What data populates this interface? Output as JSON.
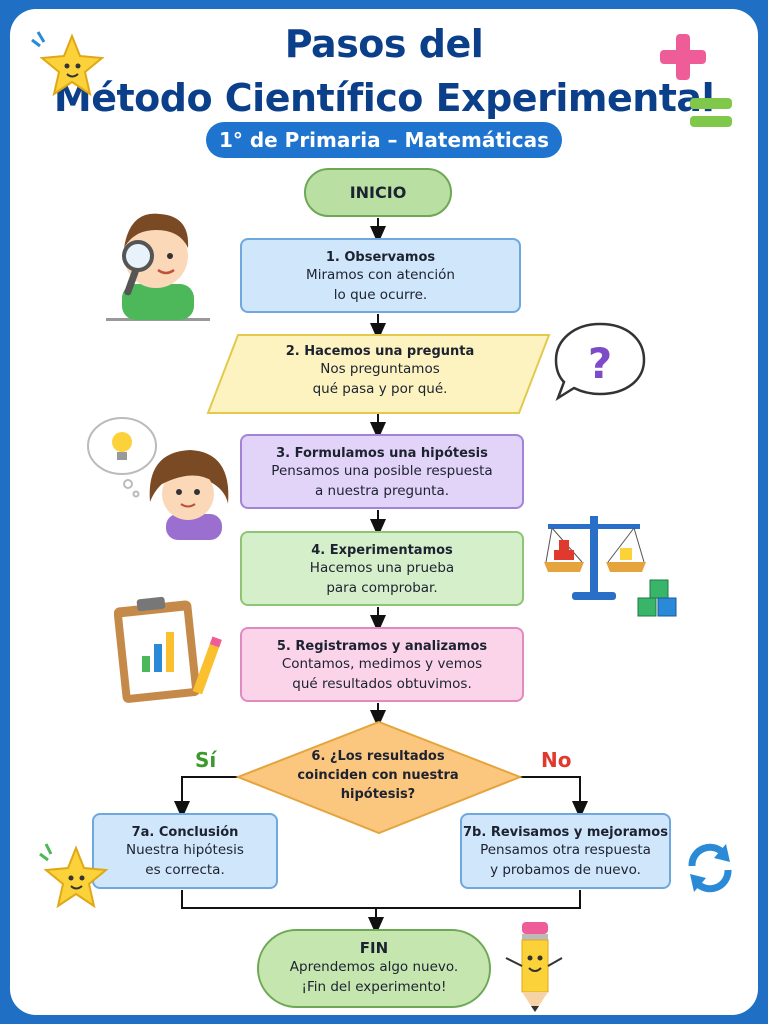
{
  "title_line1": "Pasos del",
  "title_line2": "Método Científico Experimental",
  "subtitle": "1° de Primaria – Matemáticas",
  "start": "INICIO",
  "steps": {
    "s1": {
      "title": "1. Observamos",
      "text": "Miramos con atención\nlo que ocurre."
    },
    "s2": {
      "title": "2. Hacemos una pregunta",
      "text": "Nos preguntamos\nqué pasa y por qué."
    },
    "s3": {
      "title": "3. Formulamos una hipótesis",
      "text": "Pensamos una posible respuesta\na nuestra pregunta."
    },
    "s4": {
      "title": "4. Experimentamos",
      "text": "Hacemos una prueba\npara comprobar."
    },
    "s5": {
      "title": "5. Registramos y analizamos",
      "text": "Contamos, medimos y vemos\nqué resultados obtuvimos."
    },
    "s6": {
      "text": "6. ¿Los resultados\ncoinciden con nuestra\nhipótesis?"
    },
    "s7a": {
      "title": "7a. Conclusión",
      "text": "Nuestra hipótesis\nes correcta."
    },
    "s7b": {
      "title": "7b. Revisamos y mejoramos",
      "text": "Pensamos otra respuesta\ny probamos de nuevo."
    }
  },
  "yes_label": "Sí",
  "no_label": "No",
  "end": {
    "title": "FIN",
    "text": "Aprendemos algo nuevo.\n¡Fin del experimento!"
  },
  "icons": [
    "star-icon",
    "plus-icon",
    "equals-icon",
    "magnifier-boy-icon",
    "question-bubble-icon",
    "idea-girl-icon",
    "balance-scale-icon",
    "cubes-icon",
    "clipboard-chart-icon",
    "pencil-icon",
    "refresh-icon",
    "pencil-character-icon"
  ],
  "colors": {
    "frame": "#1f6fc5",
    "title": "#0b3f8a",
    "accent": "#1f74d0",
    "decision": "#fbc77f"
  }
}
